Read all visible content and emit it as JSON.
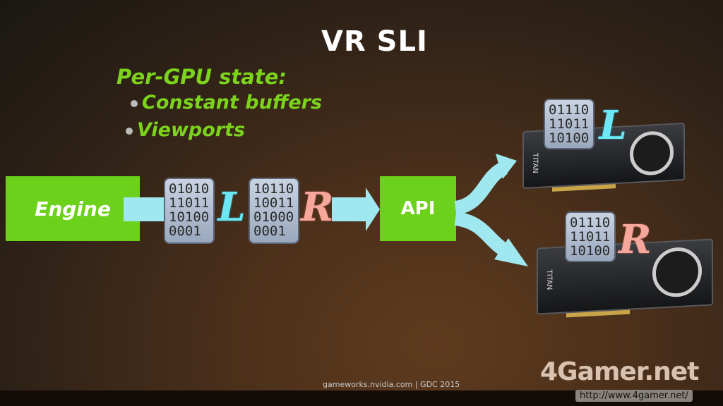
{
  "slide": {
    "title": "VR SLI",
    "heading": "Per-GPU state:",
    "bullets": [
      "Constant buffers",
      "Viewports"
    ],
    "engine_label": "Engine",
    "api_label": "API",
    "doc_left": {
      "letter": "L",
      "bits": [
        "01010",
        "11011",
        "10100",
        "0001"
      ]
    },
    "doc_right": {
      "letter": "R",
      "bits": [
        "10110",
        "10011",
        "01000",
        "0001"
      ]
    },
    "gpu_top": {
      "label": "TITAN",
      "letter": "L",
      "bits": [
        "01110",
        "11011",
        "10100"
      ]
    },
    "gpu_bottom": {
      "label": "TITAN",
      "letter": "R",
      "bits": [
        "01110",
        "11011",
        "10100"
      ]
    },
    "footer": "gameworks.nvidia.com | GDC 2015"
  },
  "watermark": {
    "logo": "4Gamer.net",
    "url": "http://www.4gamer.net/"
  },
  "colors": {
    "green": "#6cd11a",
    "arrow": "#9fe8ef"
  }
}
